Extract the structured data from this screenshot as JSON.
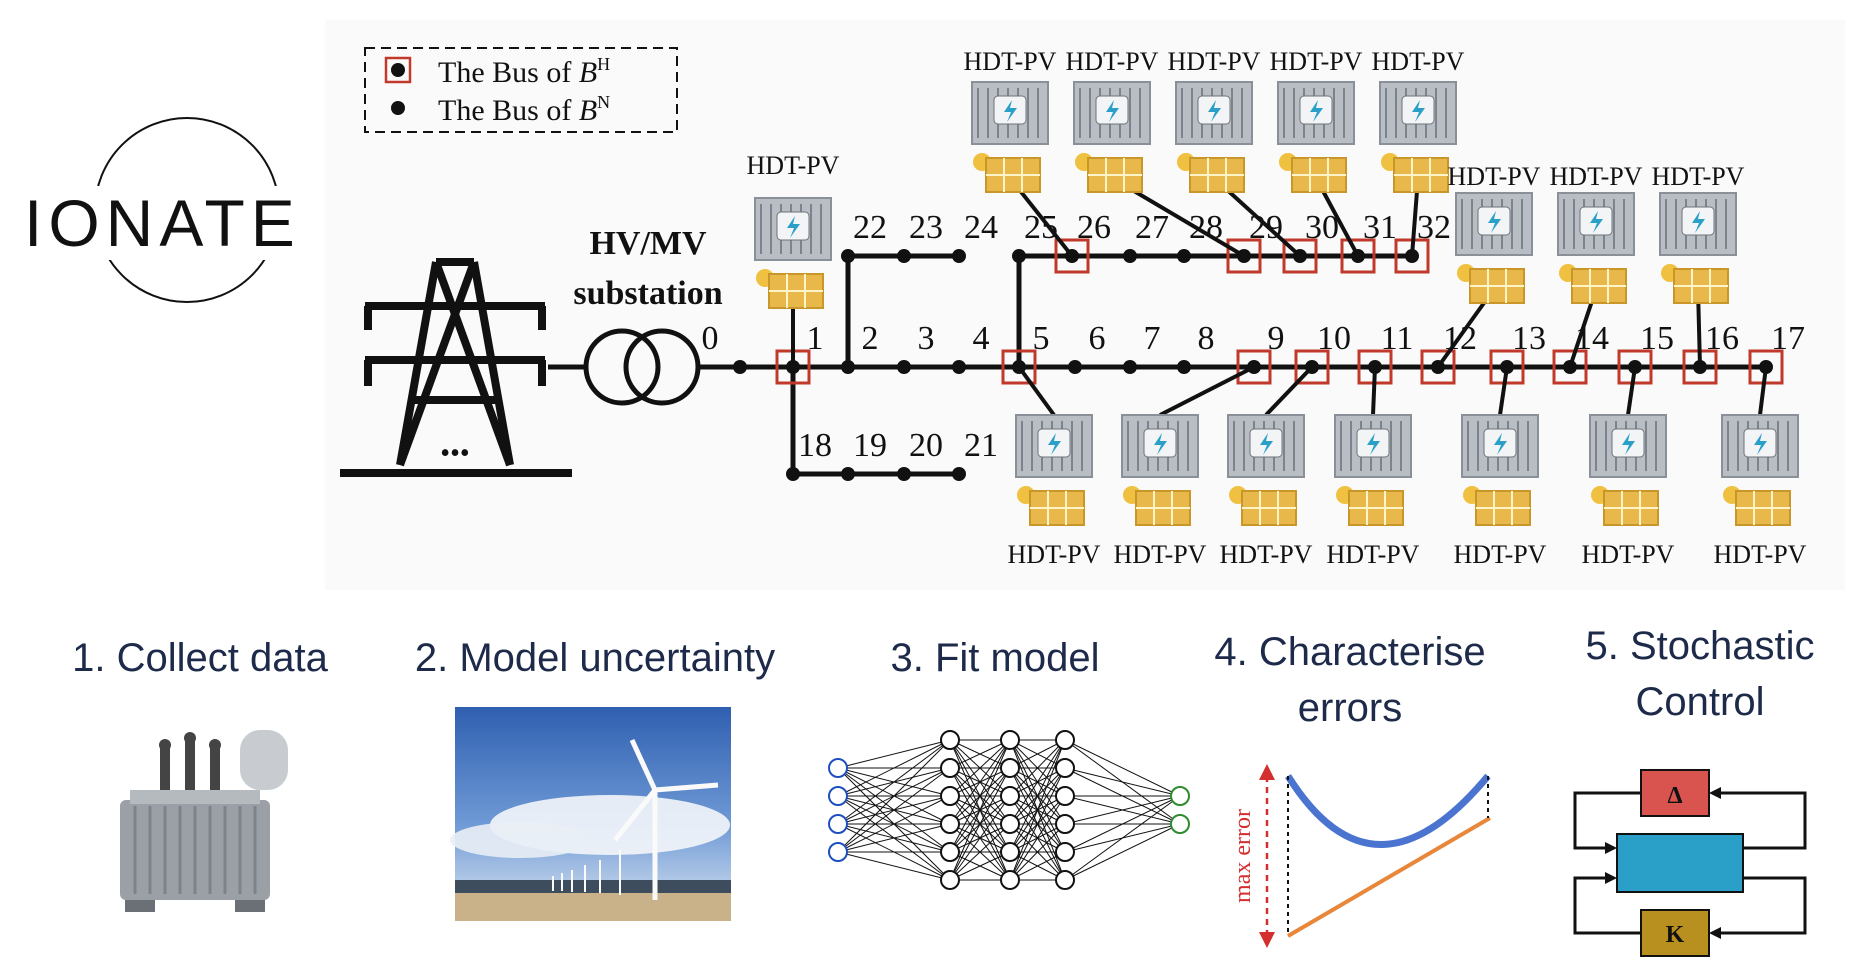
{
  "logo": {
    "text": "IONATE"
  },
  "legend": {
    "item_h": "The Bus of ",
    "sym_h": "B",
    "sup_h": "H",
    "item_n": "The Bus of ",
    "sym_n": "B",
    "sup_n": "N"
  },
  "substation": {
    "line1": "HV/MV",
    "line2": "substation"
  },
  "pole_dots": "•••",
  "hdt_label": "HDT-PV",
  "bus_numbers": [
    "0",
    "1",
    "2",
    "3",
    "4",
    "5",
    "6",
    "7",
    "8",
    "9",
    "10",
    "11",
    "12",
    "13",
    "14",
    "15",
    "16",
    "17",
    "18",
    "19",
    "20",
    "21",
    "22",
    "23",
    "24",
    "25",
    "26",
    "27",
    "28",
    "29",
    "30",
    "31",
    "32"
  ],
  "steps": [
    {
      "title": "1. Collect data"
    },
    {
      "title": "2. Model uncertainty"
    },
    {
      "title": "3. Fit model"
    },
    {
      "title": "4. Characterise errors"
    },
    {
      "title": "5. Stochastic Control"
    }
  ],
  "errors_panel": {
    "axis_label": "max error"
  },
  "control_blocks": {
    "delta": "Δ",
    "k": "K"
  },
  "colors": {
    "bus_h_box": "#c0392b",
    "line": "#111111",
    "step_text": "#1d2a4a",
    "nn_input": "#1f4fbf",
    "nn_output": "#2e8b2e",
    "curve": "#4a74d0",
    "tangent": "#e8873a",
    "delta_block": "#d9534f",
    "plant_block": "#2aa0c8",
    "k_block": "#b8901f"
  }
}
